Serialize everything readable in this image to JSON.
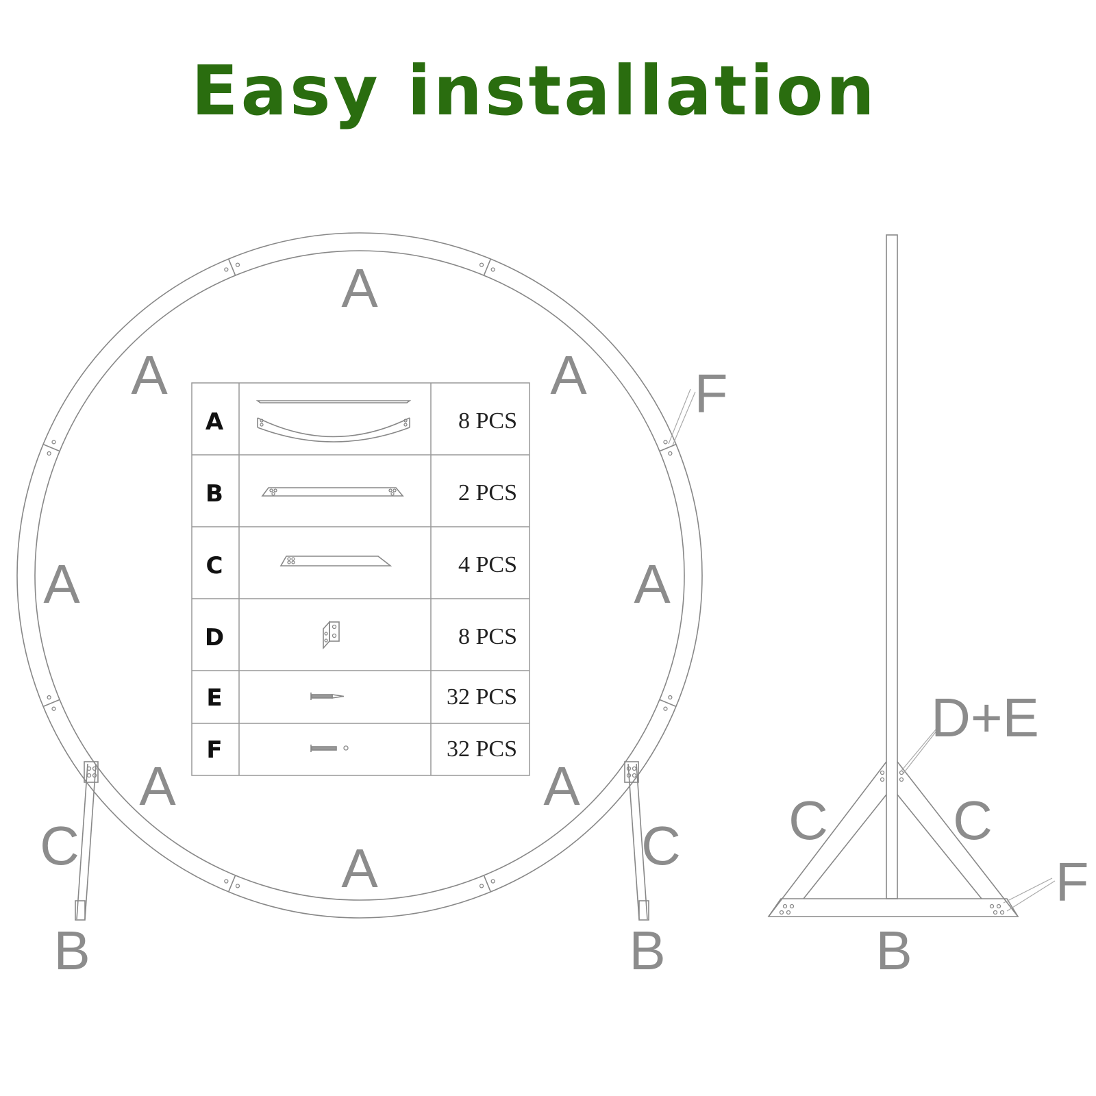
{
  "title": "Easy installation",
  "ring_labels": {
    "segment": "A",
    "connector": "F",
    "foot": "B",
    "leg": "C"
  },
  "side_labels": {
    "joint": "D+E",
    "leg": "C",
    "foot": "B",
    "connector": "F"
  },
  "parts_table": [
    {
      "letter": "A",
      "qty": "8 PCS",
      "part": "arc-segment"
    },
    {
      "letter": "B",
      "qty": "2 PCS",
      "part": "base-foot"
    },
    {
      "letter": "C",
      "qty": "4 PCS",
      "part": "leg-brace"
    },
    {
      "letter": "D",
      "qty": "8 PCS",
      "part": "angle-bracket"
    },
    {
      "letter": "E",
      "qty": "32 PCS",
      "part": "screw"
    },
    {
      "letter": "F",
      "qty": "32 PCS",
      "part": "bolt-nut"
    }
  ],
  "colors": {
    "title": "#2a6d0f",
    "labels": "#8c8c8c",
    "lines": "#888888"
  }
}
